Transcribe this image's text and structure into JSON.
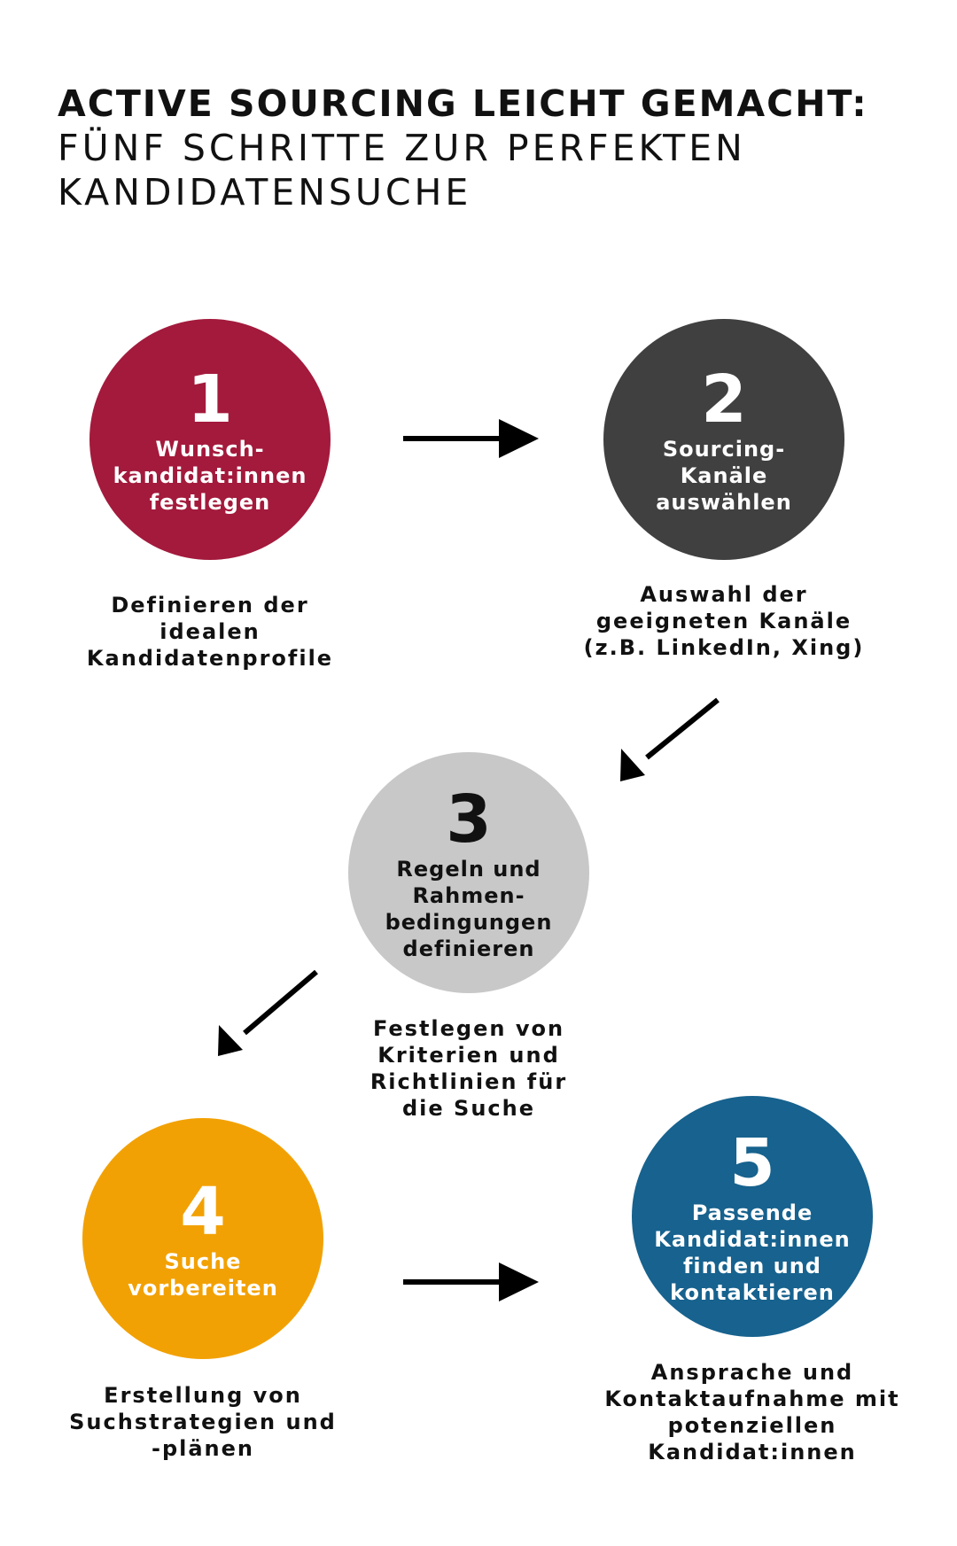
{
  "header": {
    "title": "ACTIVE SOURCING LEICHT GEMACHT:",
    "subtitle_line1": "FÜNF SCHRITTE ZUR PERFEKTEN",
    "subtitle_line2": "KANDIDATENSUCHE"
  },
  "colors": {
    "step1": "#A31A3C",
    "step2": "#404040",
    "step3": "#C8C8C8",
    "step4": "#F2A104",
    "step5": "#17628E",
    "arrow": "#000000"
  },
  "steps": [
    {
      "number": "1",
      "label": "Wunsch-\nkandidat:innen\nfestlegen",
      "description": "Definieren der\nidealen\nKandidatenprofile"
    },
    {
      "number": "2",
      "label": "Sourcing-Kanäle\nauswählen",
      "description": "Auswahl der\ngeeigneten Kanäle\n(z.B. LinkedIn, Xing)"
    },
    {
      "number": "3",
      "label": "Regeln und\nRahmen-\nbedingungen\ndefinieren",
      "description": "Festlegen von\nKriterien und\nRichtlinien für\ndie Suche"
    },
    {
      "number": "4",
      "label": "Suche\nvorbereiten",
      "description": "Erstellung von\nSuchstrategien und\n-plänen"
    },
    {
      "number": "5",
      "label": "Passende\nKandidat:innen\nfinden und\nkontaktieren",
      "description": "Ansprache und\nKontaktaufnahme mit\npotenziellen\nKandidat:innen"
    }
  ]
}
